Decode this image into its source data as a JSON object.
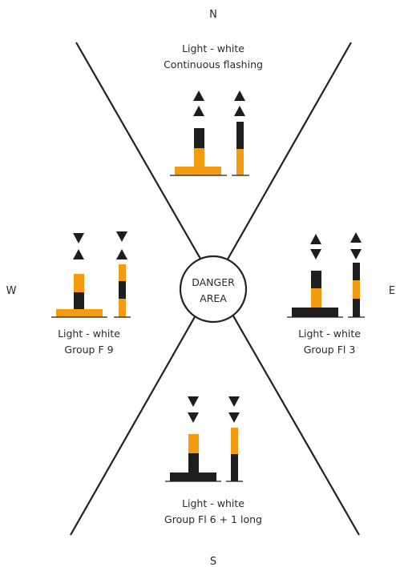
{
  "compass": {
    "north": "N",
    "south": "S",
    "east": "E",
    "west": "W"
  },
  "center": {
    "line1": "DANGER",
    "line2": "AREA"
  },
  "north": {
    "light": "Light - white",
    "characteristic": "Continuous flashing",
    "topmark": "two cones pointing up"
  },
  "east": {
    "light": "Light - white",
    "characteristic": "Group Fl 3",
    "topmark": "two cones base to base"
  },
  "south": {
    "light": "Light - white",
    "characteristic": "Group Fl 6 + 1 long",
    "topmark": "two cones pointing down"
  },
  "west": {
    "light": "Light - white",
    "characteristic": "Group F 9",
    "topmark": "two cones point to point"
  },
  "colors": {
    "black": "#1e1e1e",
    "yellow": "#f39c12",
    "line": "#222222"
  }
}
